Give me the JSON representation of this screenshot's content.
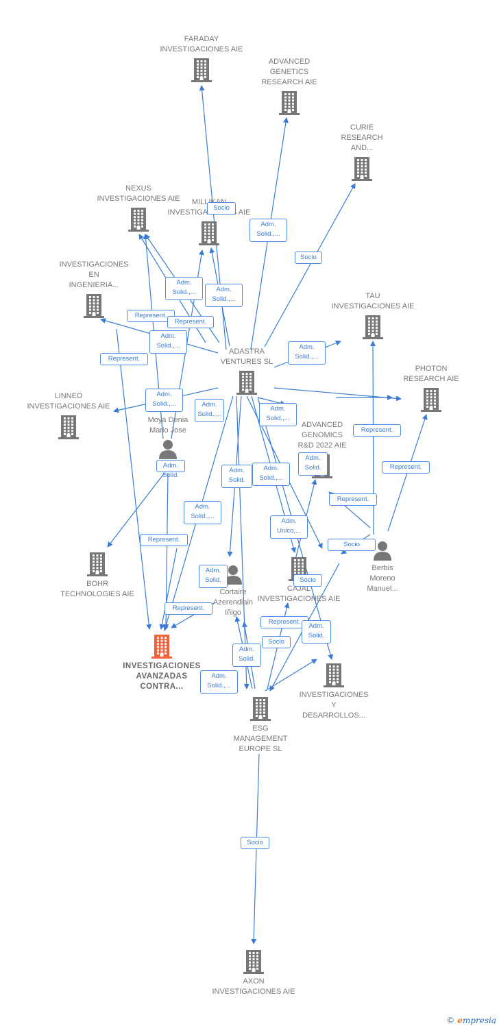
{
  "nodes": [
    {
      "id": "faraday",
      "type": "company",
      "label": "FARADAY\nINVESTIGACIONES AIE",
      "label_pos": "above"
    },
    {
      "id": "adv_genetics",
      "type": "company",
      "label": "ADVANCED\nGENETICS\nRESEARCH AIE",
      "label_pos": "above"
    },
    {
      "id": "curie",
      "type": "company",
      "label": "CURIE\nRESEARCH\nAND...",
      "label_pos": "above"
    },
    {
      "id": "nexus",
      "type": "company",
      "label": "NEXUS\nINVESTIGACIONES AIE",
      "label_pos": "above"
    },
    {
      "id": "millikan",
      "type": "company",
      "label": "MILLIKAN\nINVESTIGACIONES AIE",
      "label_pos": "above"
    },
    {
      "id": "inv_ingenieria",
      "type": "company",
      "label": "INVESTIGACIONES\nEN\nINGENIERIA...",
      "label_pos": "above"
    },
    {
      "id": "tau",
      "type": "company",
      "label": "TAU\nINVESTIGACIONES AIE",
      "label_pos": "above"
    },
    {
      "id": "adastra",
      "type": "company",
      "label": "ADASTRA\nVENTURES  SL",
      "label_pos": "above"
    },
    {
      "id": "photon",
      "type": "company",
      "label": "PHOTON\nRESEARCH AIE",
      "label_pos": "above"
    },
    {
      "id": "linneo",
      "type": "company",
      "label": "LINNEO\nINVESTIGACIONES AIE",
      "label_pos": "above"
    },
    {
      "id": "moya",
      "type": "person",
      "label": "Moya Denia\nMario Jose",
      "label_pos": "above"
    },
    {
      "id": "adv_genomics",
      "type": "company",
      "label": "ADVANCED\nGENOMICS\nR&D 2022 AIE",
      "label_pos": "above"
    },
    {
      "id": "berbis",
      "type": "person",
      "label": "Berbis\nMoreno\nManuel...",
      "label_pos": "below"
    },
    {
      "id": "bohr",
      "type": "company",
      "label": "BOHR\nTECHNOLOGIES AIE",
      "label_pos": "below"
    },
    {
      "id": "cortaire",
      "type": "person",
      "label": "Cortaire\nAzerendiain\nIñigo",
      "label_pos": "below"
    },
    {
      "id": "cajal",
      "type": "company",
      "label": "CAJAL\nINVESTIGACIONES AIE",
      "label_pos": "below"
    },
    {
      "id": "inv_avanzadas",
      "type": "company",
      "label": "INVESTIGACIONES\nAVANZADAS\nCONTRA...",
      "label_pos": "below",
      "highlight": true
    },
    {
      "id": "inv_desarrollos",
      "type": "company",
      "label": "INVESTIGACIONES\nY\nDESARROLLOS...",
      "label_pos": "below"
    },
    {
      "id": "esg",
      "type": "company",
      "label": "ESG\nMANAGEMENT\nEUROPE  SL",
      "label_pos": "below"
    },
    {
      "id": "axon",
      "type": "company",
      "label": "AXON\nINVESTIGACIONES AIE",
      "label_pos": "below"
    }
  ],
  "edge_labels": [
    "Socio",
    "Adm.\nSolid.,...",
    "Socio",
    "Adm.\nSolid.,...",
    "Adm.\nSolid.,...",
    "Represent.",
    "Represent.",
    "Adm.\nSolid.,...",
    "Adm.\nSolid.,...",
    "Represent.",
    "Adm.\nSolid.,...",
    "Adm.\nSolid.,...",
    "Adm.\nSolid.",
    "Adm.\nSolid.,...",
    "Represent.",
    "Adm.\nSolid.",
    "Socio",
    "Adm.\nSolid.",
    "Adm.\nSolid.,...",
    "Represent.",
    "Represent.",
    "Adm.\nSolid.,...",
    "Adm.\nUnico,...",
    "Represent.",
    "Represent.",
    "Adm.\nSolid.",
    "Socio",
    "Represent.",
    "Adm.\nSolid.",
    "Socio",
    "Adm.\nSolid.",
    "Adm.\nSolid.,...",
    "Socio"
  ],
  "colors": {
    "edge": "#3a7bd5",
    "icon": "#777777",
    "highlight_icon": "#f4613a"
  },
  "brand": {
    "copyright": "©",
    "initial": "e",
    "name": "mpresia"
  }
}
